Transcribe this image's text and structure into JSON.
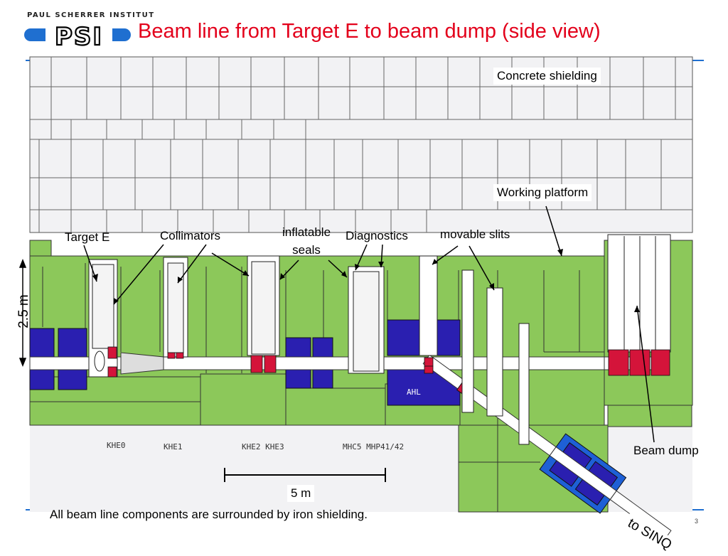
{
  "header": {
    "org_name": "PAUL SCHERRER INSTITUT",
    "logo_text": "PSI",
    "title": "Beam line from Target E to beam dump (side view)",
    "accent_color": "#e3001b",
    "brand_color": "#1f6fd0"
  },
  "labels": {
    "concrete_shielding": "Concrete shielding",
    "working_platform": "Working platform",
    "target_e": "Target E",
    "collimators": "Collimators",
    "inflatable_seals": "inflatable\nseals",
    "diagnostics": "Diagnostics",
    "movable_slits": "movable slits",
    "beam_dump": "Beam dump",
    "to_sinq": "to SINQ",
    "height_scale": "2.5 m",
    "length_scale": "5 m"
  },
  "component_codes": {
    "khe0": "KHE0",
    "khe1": "KHE1",
    "khe2_khe3": "KHE2 KHE3",
    "mhc5_mhp": "MHC5 MHP41/42",
    "ahl": "AHL"
  },
  "footnote": "All beam line components are surrounded by iron shielding.",
  "page_number": "3",
  "colors": {
    "concrete": "#f2f2f4",
    "iron_green": "#8cc85a",
    "magnet_blue": "#2a1fb0",
    "collimator_red": "#d4143a",
    "beam_pipe": "#ffffff"
  }
}
